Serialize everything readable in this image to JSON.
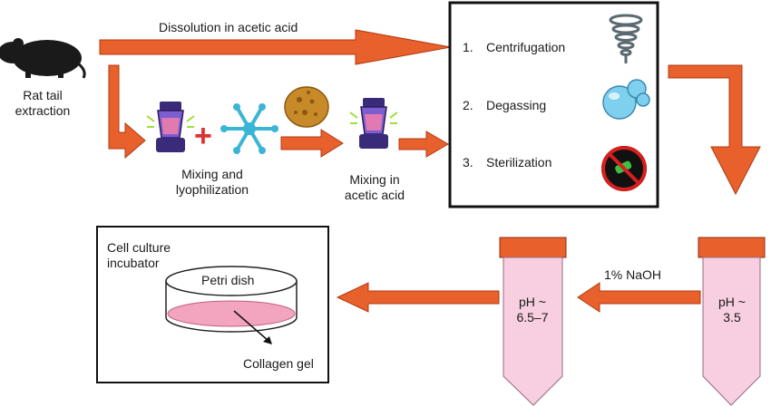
{
  "colors": {
    "arrow": "#e8602c",
    "arrow_stroke": "#b03a10",
    "tube_body": "#f7cfe0",
    "tube_cap": "#e8602c",
    "gel": "#f3a5c0",
    "rat": "#1a1a1a",
    "snowflake": "#3bb5d6",
    "bubble": "#7fd0ef",
    "vortex": "#5a6a70",
    "prohibit": "#d81e1e",
    "plus": "#e03030"
  },
  "icons": {
    "rat": "rat-silhouette-icon",
    "blender": "blender-icon",
    "snowflake": "snowflake-icon",
    "sponge": "sponge-icon",
    "centrifuge": "vortex-icon",
    "degas": "bubbles-icon",
    "sterile": "prohibit-icon"
  },
  "labels": {
    "rat_tail": "Rat tail",
    "extraction": "extraction",
    "dissolution": "Dissolution in acetic acid",
    "mixing_lyo_1": "Mixing and",
    "mixing_lyo_2": "lyophilization",
    "plus": "+",
    "mixing_acetic_1": "Mixing in",
    "mixing_acetic_2": "acetic acid",
    "incubator_1": "Cell culture",
    "incubator_2": "incubator",
    "petri": "Petri dish",
    "collagen_gel": "Collagen gel",
    "naoh": "1% NaOH",
    "tube_right_1": "pH ~",
    "tube_right_2": "3.5",
    "tube_left_1": "pH ~",
    "tube_left_2": "6.5–7"
  },
  "steps": [
    {
      "num": "1.",
      "label": "Centrifugation"
    },
    {
      "num": "2.",
      "label": "Degassing"
    },
    {
      "num": "3.",
      "label": "Sterilization"
    }
  ]
}
